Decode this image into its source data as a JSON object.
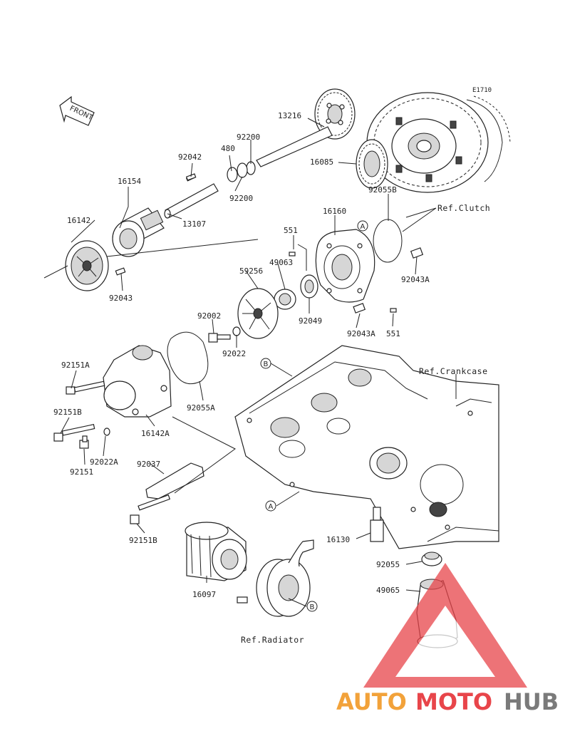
{
  "diagram_code": "E1710",
  "front_label": "FRONT",
  "parts": {
    "p13216": "13216",
    "p92200a": "92200",
    "p480": "480",
    "p92042": "92042",
    "p92200b": "92200",
    "p16085": "16085",
    "p16154": "16154",
    "p16142": "16142",
    "p13107": "13107",
    "p92043": "92043",
    "p92055B": "92055B",
    "p16160": "16160",
    "p551a": "551",
    "p49063": "49063",
    "p59256": "59256",
    "p92043A_a": "92043A",
    "p92049": "92049",
    "p92043A_b": "92043A",
    "p551b": "551",
    "p92002": "92002",
    "p92022": "92022",
    "p92151A": "92151A",
    "p92151B_a": "92151B",
    "p16142A": "16142A",
    "p92055A": "92055A",
    "p92022A": "92022A",
    "p92151": "92151",
    "p92037": "92037",
    "p92151B_b": "92151B",
    "p16130": "16130",
    "p92055": "92055",
    "p49065": "49065",
    "p16097": "16097"
  },
  "refs": {
    "clutch": "Ref.Clutch",
    "crankcase": "Ref.Crankcase",
    "radiator": "Ref.Radiator"
  },
  "callouts": {
    "a1": "A",
    "a2": "A",
    "b1": "B",
    "b2": "B"
  },
  "watermark": {
    "part1": "AUTO",
    "part2": "MOTO",
    "part3": "HUB",
    "color_orange": "#f2a23a",
    "color_red": "#e8454a",
    "color_gray": "#7a7a7a"
  }
}
